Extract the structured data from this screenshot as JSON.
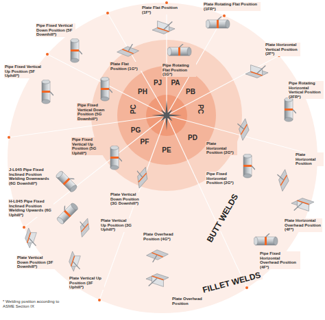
{
  "diagram": {
    "labels": [
      "Plate Rotating Flat Position (1FR*)",
      "Plate Flat Position (1F*)",
      "Plate Horizontal Vertical Position (2F*)",
      "Pipe Rotating Horizontal Vertical Position (2FR*)",
      "Pipe Fixed Vertical Down Position (5F Downhill*)",
      "Pipe Fixed Vertical Up Position (5F Uphill*)",
      "Plate Flat Position (1G*)",
      "Pipe Rotating Flat Position (1G*)",
      "Pipe Fixed Vertical Down Position (5G Downhill*)",
      "Pipe Fixed Vertical Up Position (5G Uphill*)",
      "J-L045 Pipe Fixed Inclined Position Welding Downwards (6G Downhill*)",
      "H-L045 Pipe Fixed Inclined Position Welding Upwards (6G Uphill*)",
      "Plate Horizontal Position (2G*)",
      "Pipe Fixed Horizontal Position (2G*)",
      "Plate Horizontal Position",
      "Plate Vertical Down Position (3G Downhill*)",
      "Plate Vertical Up Position (3G Uphill*)",
      "Plate Overhead Position (4G*)",
      "Plate Horizontal Overhead Position (4F*)",
      "Pipe Fixed Horizontal Overhead Position (4F*)",
      "Plate Vertical Down Position (3F Downhill*)",
      "Plate Vertical Up Position (3F Uphill*)",
      "Plate Overhead Position",
      "BUTT WELDS",
      "FILLET WELDS",
      "* Welding position according to ASME Section IX",
      "PH",
      "PJ",
      "PA",
      "PB",
      "PC",
      "PD",
      "PE",
      "PF",
      "PG",
      "PC"
    ]
  }
}
